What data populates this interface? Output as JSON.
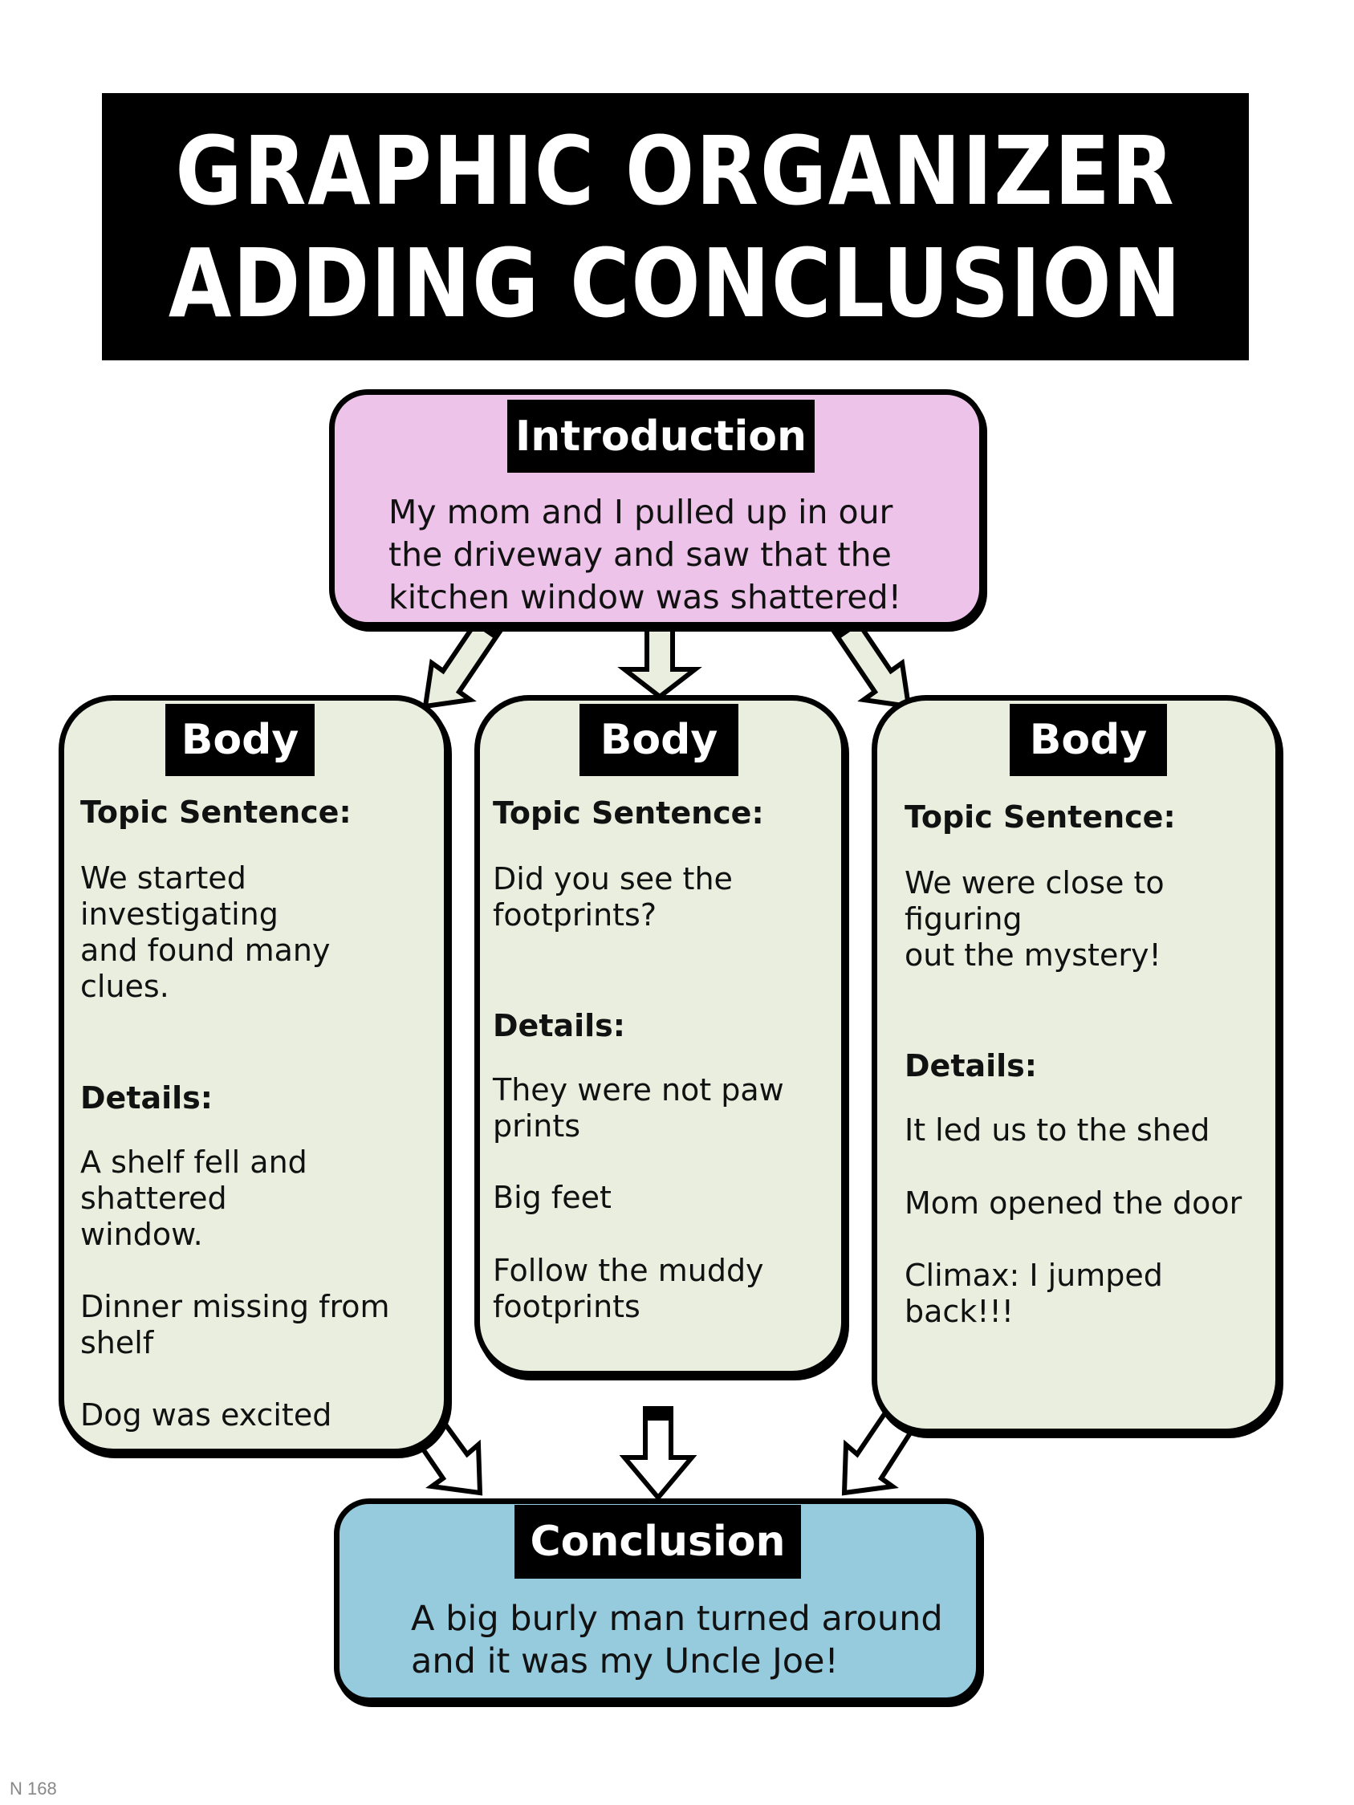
{
  "title": {
    "line1": "GRAPHIC ORGANIZER",
    "line2": "ADDING CONCLUSION"
  },
  "colors": {
    "introduction_fill": "#EEC3EA",
    "body_fill": "#E9EEDF",
    "conclusion_fill": "#96CBDE",
    "label_fill": "#000000",
    "outline": "#000000"
  },
  "introduction": {
    "label": "Introduction",
    "text": "My mom and I pulled up in our\nthe driveway and saw that the\nkitchen window was shattered!"
  },
  "bodies": [
    {
      "label": "Body",
      "topic_heading": "Topic Sentence:",
      "topic_text": "We started\ninvestigating\nand found many\nclues.",
      "details_heading": "Details:",
      "details": [
        "A shelf fell and\nshattered\nwindow.",
        "Dinner missing from\nshelf",
        "Dog was excited"
      ]
    },
    {
      "label": "Body",
      "topic_heading": "Topic Sentence:",
      "topic_text": "Did you see the\nfootprints?",
      "details_heading": "Details:",
      "details": [
        "They were not paw\nprints",
        "Big feet",
        "Follow the muddy\nfootprints"
      ]
    },
    {
      "label": "Body",
      "topic_heading": "Topic Sentence:",
      "topic_text": "We were close to\nfiguring\nout the mystery!",
      "details_heading": "Details:",
      "details": [
        "It led us to the shed",
        "Mom opened the door",
        "Climax:  I jumped\nback!!!"
      ]
    }
  ],
  "conclusion": {
    "label": "Conclusion",
    "text": "A big burly man turned around\nand it was my Uncle Joe!"
  },
  "footer": {
    "page_number": "N  168"
  }
}
